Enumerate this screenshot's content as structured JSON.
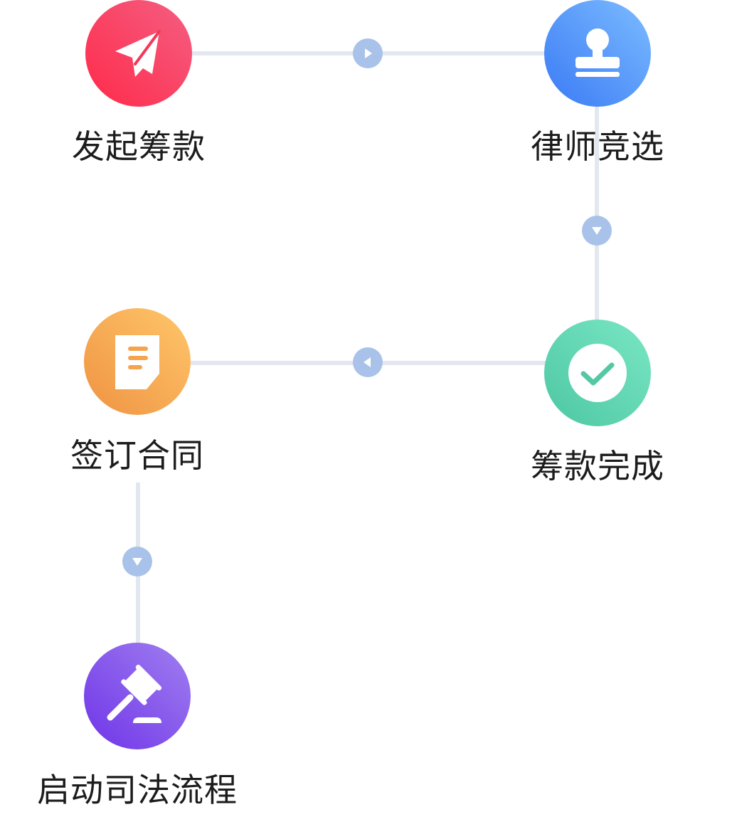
{
  "steps": [
    {
      "id": "start",
      "label": "发起筹款",
      "icon": "paper-plane-icon",
      "color": "#ff2a4a"
    },
    {
      "id": "lawyer",
      "label": "律师竞选",
      "icon": "stamp-icon",
      "color": "#3a7af5"
    },
    {
      "id": "complete",
      "label": "筹款完成",
      "icon": "check-circle-icon",
      "color": "#4dc7a2"
    },
    {
      "id": "contract",
      "label": "签订合同",
      "icon": "document-icon",
      "color": "#ef9343"
    },
    {
      "id": "judicial",
      "label": "启动司法流程",
      "icon": "gavel-icon",
      "color": "#6f34e8"
    }
  ],
  "connectors": [
    {
      "from": "start",
      "to": "lawyer",
      "direction": "right"
    },
    {
      "from": "lawyer",
      "to": "complete",
      "direction": "down"
    },
    {
      "from": "complete",
      "to": "contract",
      "direction": "left"
    },
    {
      "from": "contract",
      "to": "judicial",
      "direction": "down"
    }
  ],
  "colors": {
    "line": "#e3e7ef",
    "arrow_dot": "#a9c2ea",
    "text": "#1c1c1c"
  }
}
